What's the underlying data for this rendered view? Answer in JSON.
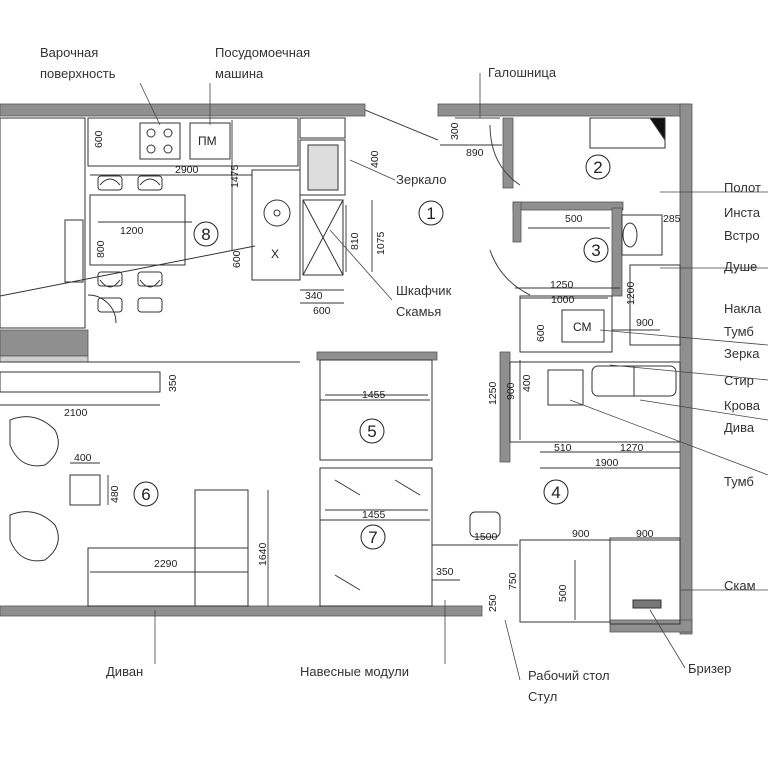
{
  "labels": {
    "hob": [
      "Варочная",
      "поверхность"
    ],
    "dishwasher": [
      "Посудомоечная",
      "машина"
    ],
    "shoe_rack": "Галошница",
    "mirror": "Зеркало",
    "cabinet_bench": [
      "Шкафчик",
      "Скамья"
    ],
    "sofa": "Диван",
    "wall_modules": "Навесные модули",
    "desk_chair": [
      "Рабочий стол",
      "Стул"
    ],
    "breezer": "Бризер",
    "right_cut": [
      "Полот",
      "Инста",
      "Встро",
      "Душе",
      "Накла",
      "Тумб",
      "Зерка",
      "Стир",
      "Крова",
      "Дива",
      "Тумб",
      "Скам"
    ]
  },
  "markers": {
    "dishwasher": "ПМ",
    "washer": "СМ",
    "sink": "Х"
  },
  "rooms": [
    "1",
    "2",
    "3",
    "4",
    "5",
    "6",
    "7",
    "8"
  ],
  "dimensions": {
    "d600a": "600",
    "d2900": "2900",
    "d1475": "1475",
    "d1200a": "1200",
    "d800": "800",
    "d600b": "600",
    "d400a": "400",
    "d810": "810",
    "d1075": "1075",
    "d340": "340",
    "d600c": "600",
    "d300": "300",
    "d890": "890",
    "d500a": "500",
    "d285": "285",
    "d1250a": "1250",
    "d1000": "1000",
    "d1200b": "1200",
    "d600d": "600",
    "d900a": "900",
    "d1250b": "1250",
    "d900b": "900",
    "d400b": "400",
    "d510": "510",
    "d1270": "1270",
    "d1900": "1900",
    "d1455a": "1455",
    "d1455b": "1455",
    "d350a": "350",
    "d2100": "2100",
    "d400c": "400",
    "d480": "480",
    "d2290": "2290",
    "d1640": "1640",
    "d1500": "1500",
    "d900c": "900",
    "d900d": "900",
    "d350b": "350",
    "d750": "750",
    "d500b": "500",
    "d250": "250"
  }
}
